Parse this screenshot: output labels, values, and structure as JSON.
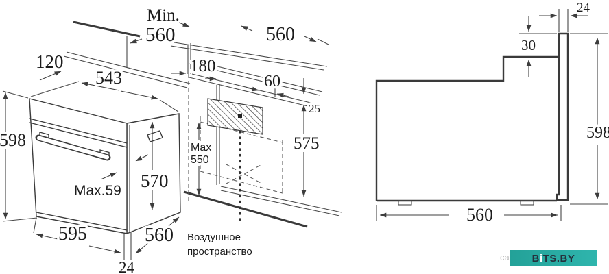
{
  "colors": {
    "line": "#3e3e3e",
    "text": "#1c1c1c",
    "watermark_bg": "#29aca4",
    "watermark_text": "#25303c"
  },
  "left": {
    "min_label": "Min.",
    "min_counter_depth": "560",
    "top_depth": "560",
    "front_overhang": "120",
    "top_width": "543",
    "vent_offset": "180",
    "vent_width": "60",
    "rail_height": "25",
    "oven_height": "598",
    "max_word": "Max",
    "max_niche_height": "550",
    "niche_height": "575",
    "door_height": "570",
    "max_protrusion": "Max.59",
    "front_width": "595",
    "body_depth": "560",
    "frame_gap": "24",
    "air_space_line1": "Воздушное",
    "air_space_line2": "пространство"
  },
  "right": {
    "panel_width": "24",
    "step_height": "30",
    "height": "598",
    "depth": "560"
  },
  "watermark": {
    "partial": "ca",
    "b": "B",
    "i": "i",
    "rest": "TS.BY"
  }
}
